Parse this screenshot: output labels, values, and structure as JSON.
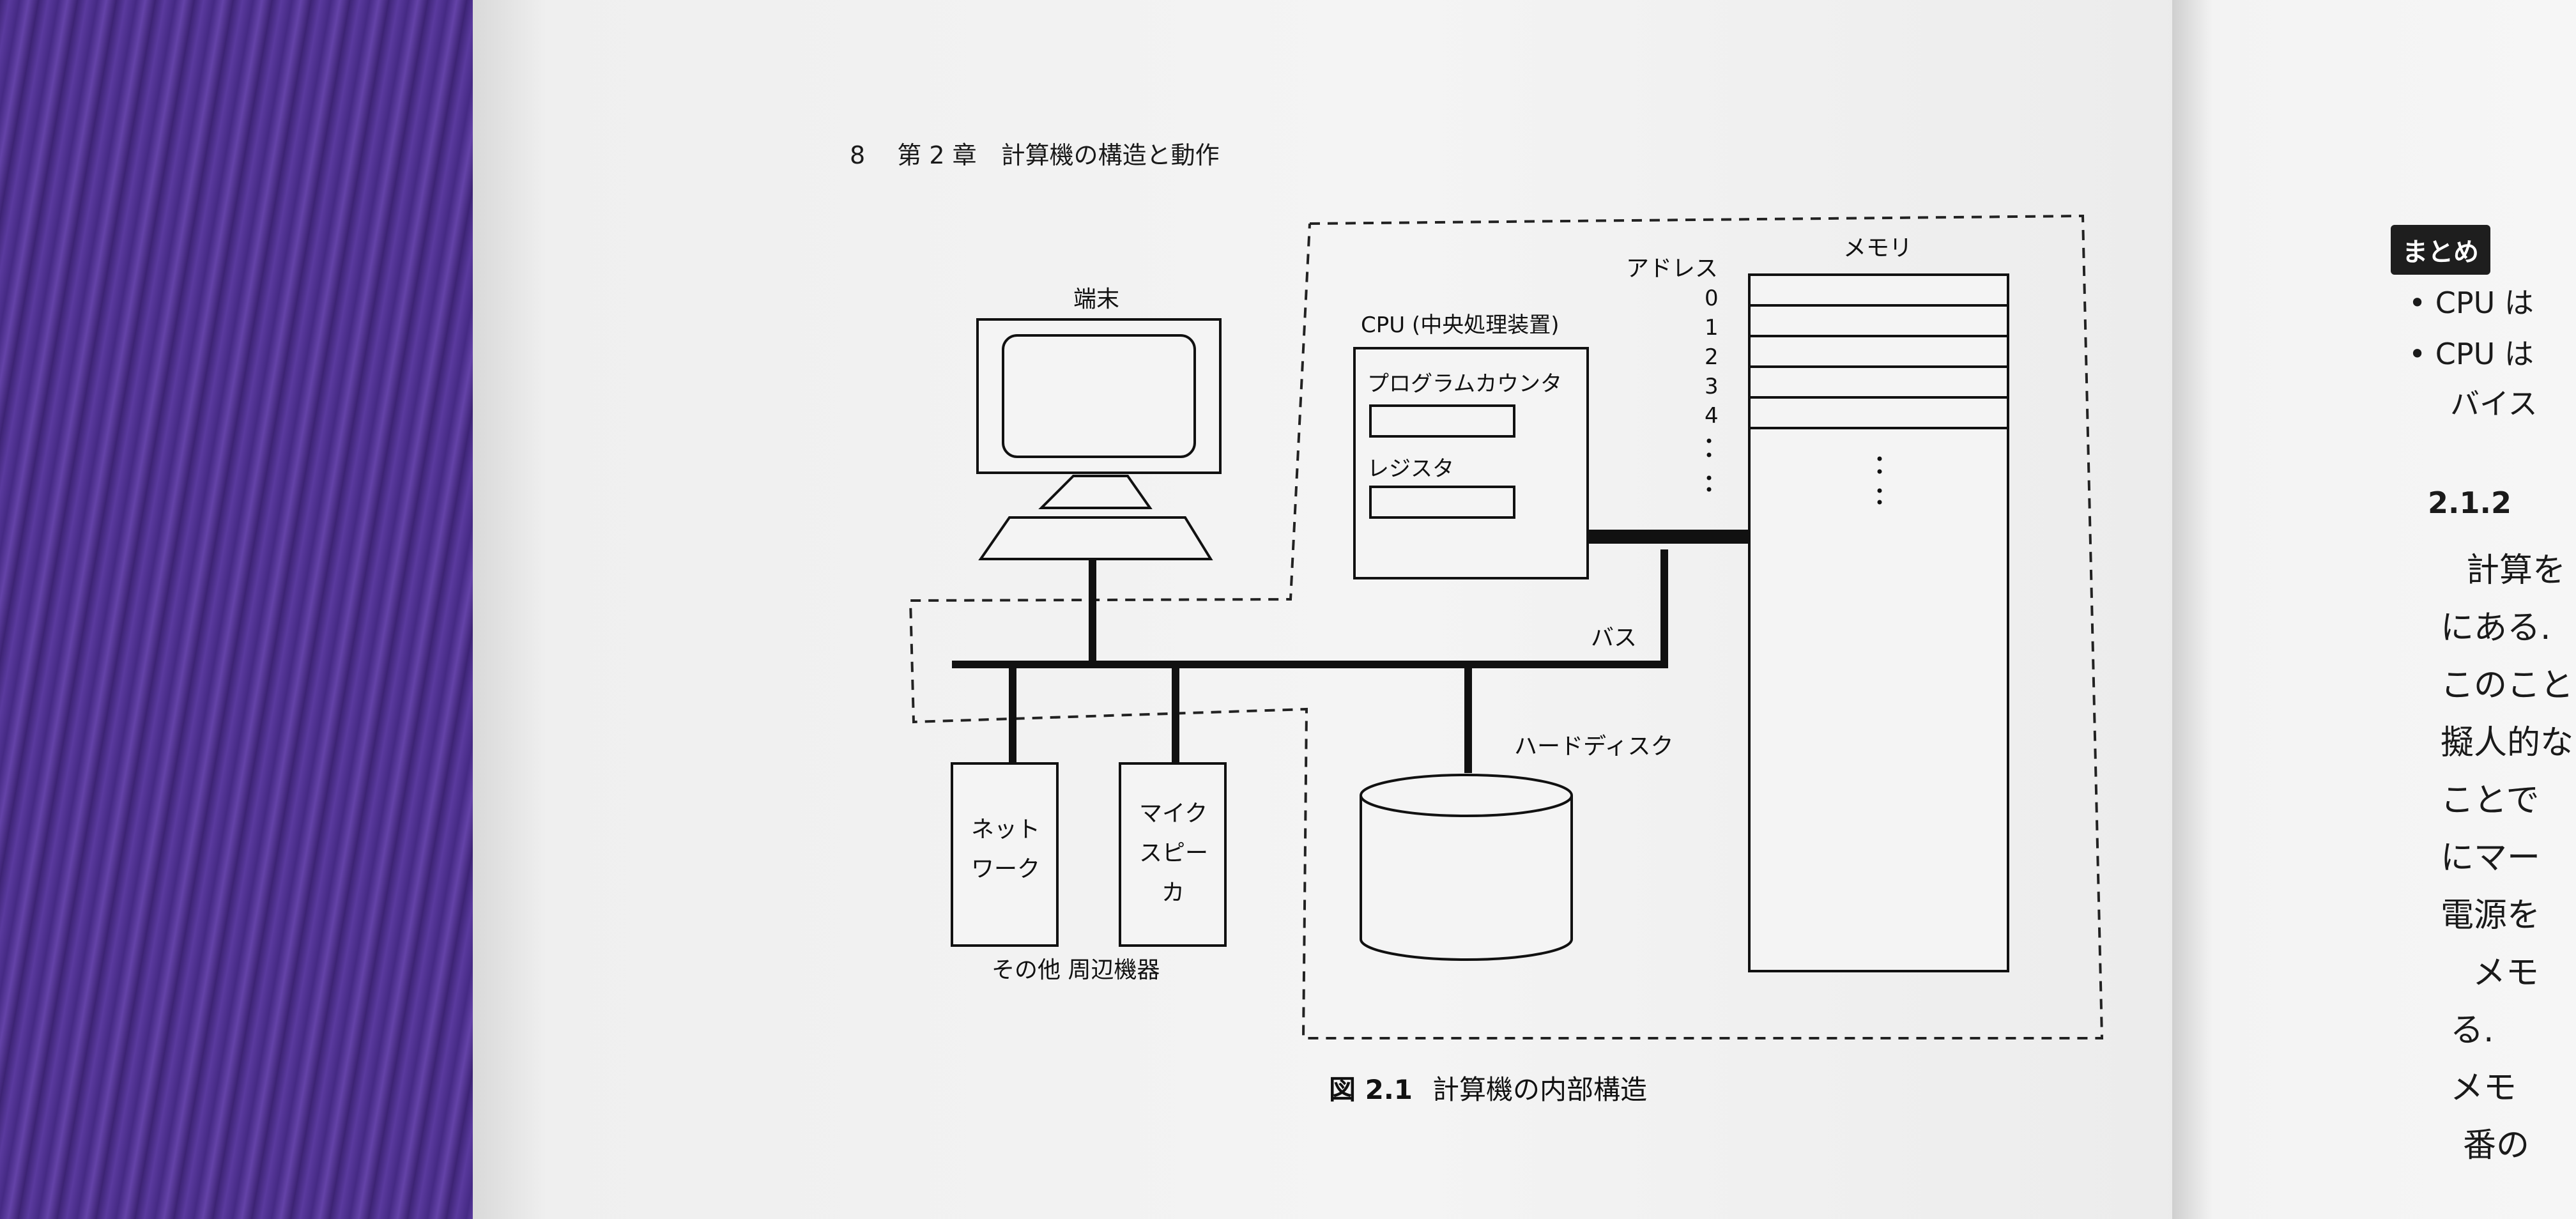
{
  "running_head": "8　 第 2 章　計算機の構造と動作",
  "diagram": {
    "terminal_label": "端末",
    "cpu_label": "CPU (中央処理装置)",
    "program_counter_label": "プログラムカウンタ",
    "register_label": "レジスタ",
    "address_label": "アドレス",
    "memory_label": "メモリ",
    "address_numbers": [
      "0",
      "1",
      "2",
      "3",
      "4"
    ],
    "bus_label": "バス",
    "hard_disk_label": "ハードディスク",
    "network_label_lines": [
      "ネット",
      "ワーク"
    ],
    "mic_speaker_label_lines": [
      "マイク",
      "スピー",
      "カ"
    ],
    "other_peripherals_label": "その他 周辺機器"
  },
  "caption": {
    "number": "図 2.1",
    "title": "計算機の内部構造"
  },
  "right_page": {
    "summary_badge": "まとめ",
    "bullets": [
      "CPU は",
      "CPU は"
    ],
    "bullet_continuation": "バイス",
    "section_number": "2.1.2",
    "body_lines": [
      "計算を",
      "にある.",
      "このこと",
      "擬人的な",
      "ことで",
      "にマー",
      "電源を",
      "メモ",
      "る. ",
      "メモ",
      "番の"
    ]
  }
}
